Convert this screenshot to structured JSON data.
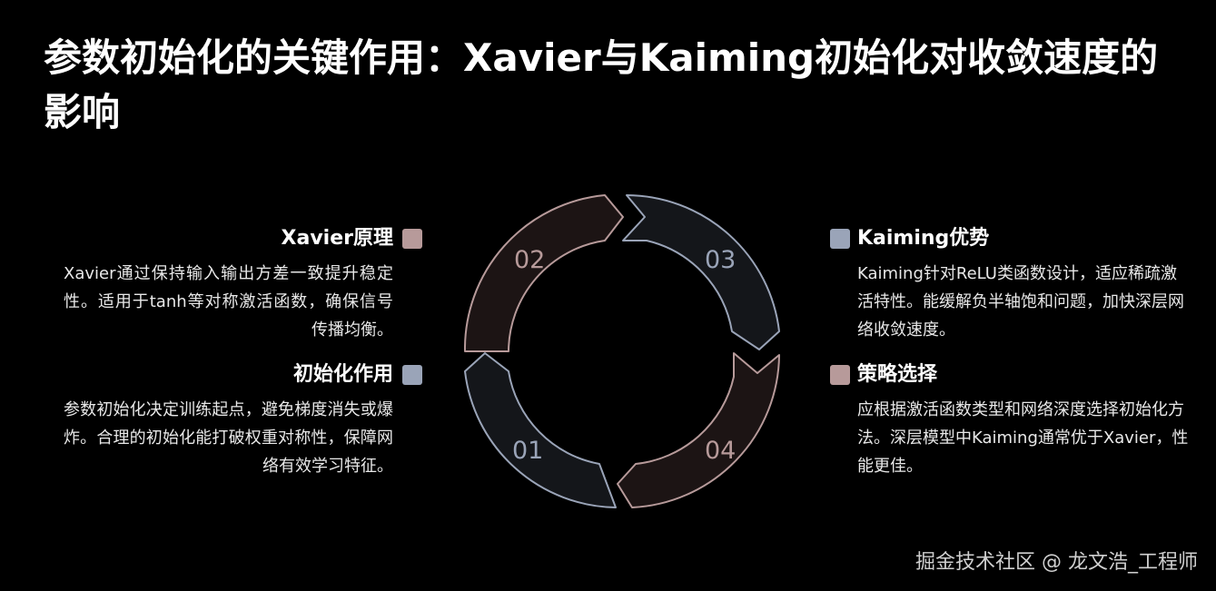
{
  "title": "参数初始化的关键作用：Xavier与Kaiming初始化对收敛速度的影响",
  "colors": {
    "pink": "#b79a9a",
    "blue": "#9aa4b8",
    "segment_fill_dark": "#14161a",
    "segment_fill_warm": "#1c1414"
  },
  "sections": {
    "xavier": {
      "heading": "Xavier原理",
      "text": "Xavier通过保持输入输出方差一致提升稳定性。适用于tanh等对称激活函数，确保信号传播均衡。"
    },
    "init_role": {
      "heading": "初始化作用",
      "text": "参数初始化决定训练起点，避免梯度消失或爆炸。合理的初始化能打破权重对称性，保障网络有效学习特征。"
    },
    "kaiming": {
      "heading": "Kaiming优势",
      "text": "Kaiming针对ReLU类函数设计，适应稀疏激活特性。能缓解负半轴饱和问题，加快深层网络收敛速度。"
    },
    "strategy": {
      "heading": "策略选择",
      "text": "应根据激活函数类型和网络深度选择初始化方法。深层模型中Kaiming通常优于Xavier，性能更佳。"
    }
  },
  "cycle": {
    "seg01": "01",
    "seg02": "02",
    "seg03": "03",
    "seg04": "04"
  },
  "watermark": "掘金技术社区 @ 龙文浩_工程师"
}
